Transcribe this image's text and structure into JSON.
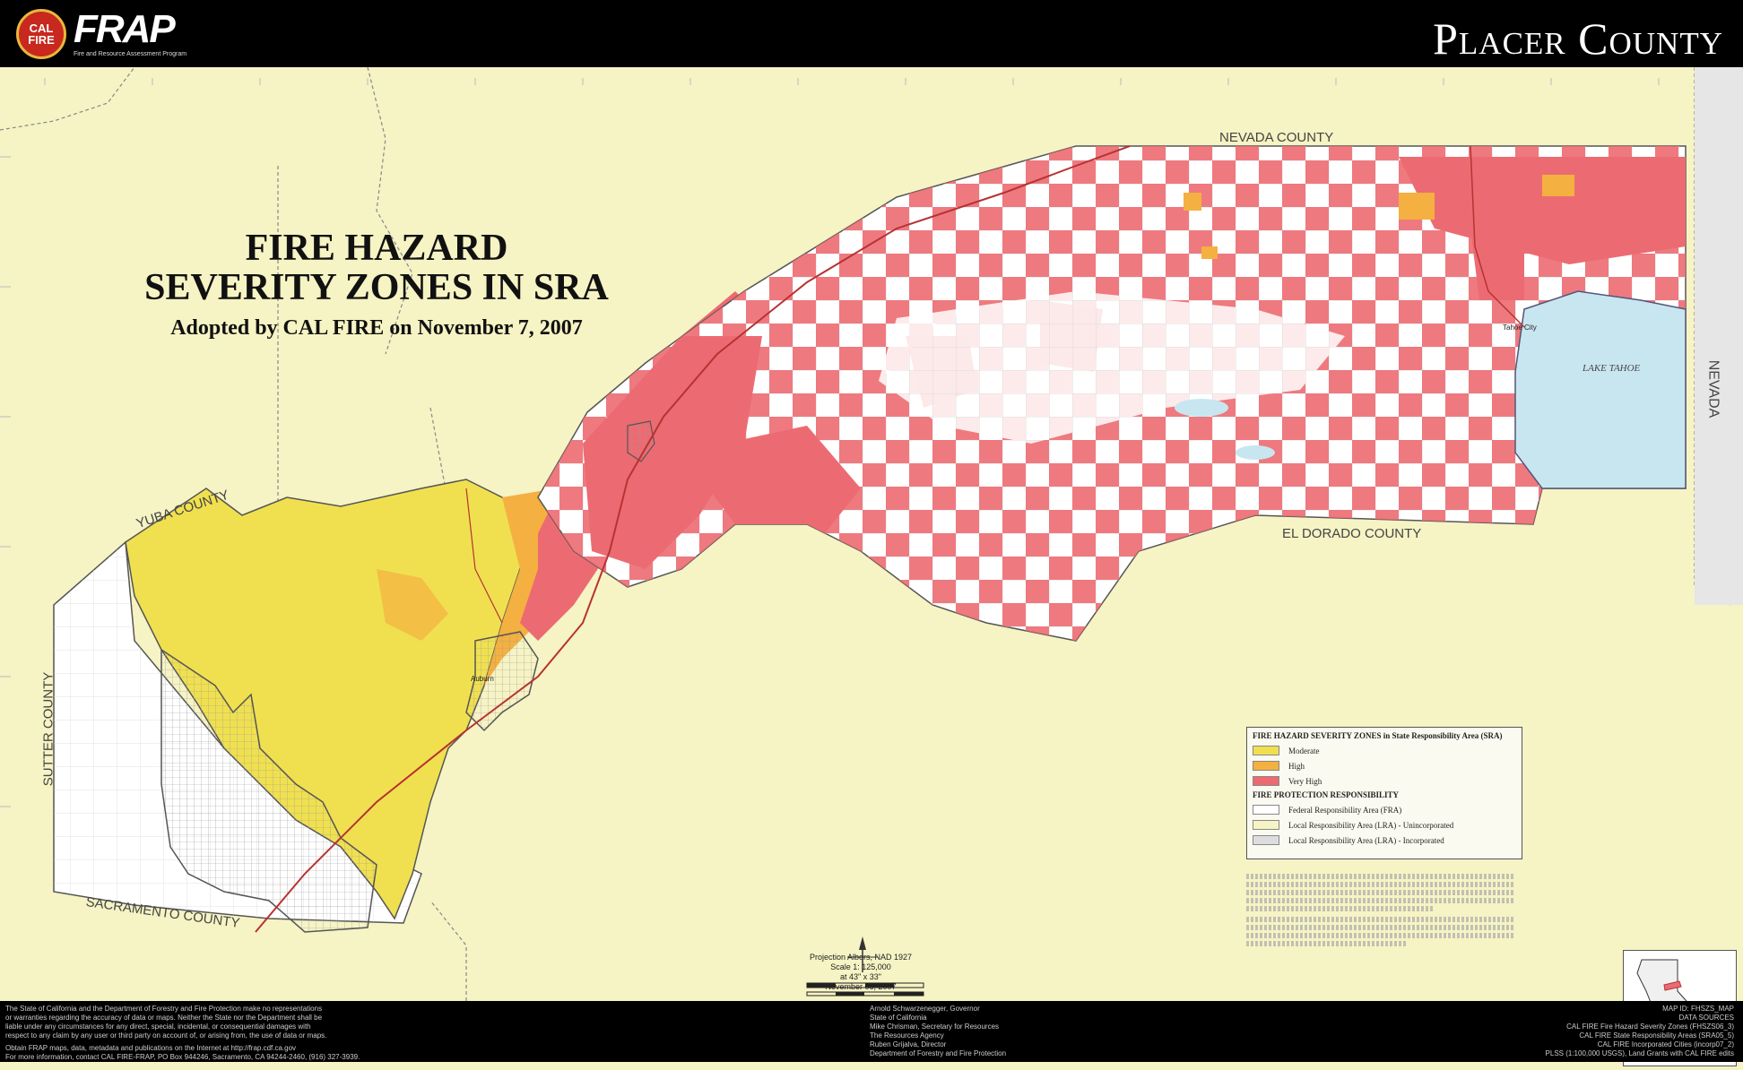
{
  "header": {
    "badge_text": "CAL FIRE",
    "logo_text": "FRAP",
    "logo_subtitle": "Fire and Resource Assessment Program",
    "county_title": "Placer County"
  },
  "title": {
    "line1": "FIRE HAZARD",
    "line2": "SEVERITY ZONES IN SRA",
    "subtitle": "Adopted by CAL FIRE on November 7, 2007"
  },
  "map_labels": {
    "nevada_county": "NEVADA COUNTY",
    "yuba_county": "YUBA COUNTY",
    "sutter_county": "SUTTER COUNTY",
    "sacramento_county": "SACRAMENTO COUNTY",
    "el_dorado_county": "EL DORADO COUNTY",
    "nevada_state": "NEVADA",
    "lake_tahoe": "LAKE TAHOE",
    "auburn": "Auburn",
    "tahoe_city": "Tahoe City"
  },
  "colors": {
    "moderate": "#f0e050",
    "high": "#f4b040",
    "very_high": "#ec6b72",
    "background": "#f6f3c4",
    "lake": "#c8e6f0"
  },
  "legend": {
    "heading": "FIRE HAZARD SEVERITY ZONES in State Responsibility Area (SRA)",
    "moderate": "Moderate",
    "high": "High",
    "very_high": "Very High",
    "responsibility_heading": "FIRE PROTECTION RESPONSIBILITY",
    "fra": "Federal Responsibility Area (FRA)",
    "lra_unincorporated": "Local Responsibility Area (LRA) - Unincorporated",
    "lra_incorporated": "Local Responsibility Area (LRA) - Incorporated"
  },
  "projection": {
    "line1": "Projection Albers, NAD 1927",
    "line2": "Scale 1: 125,000",
    "line3": "at 43\" x 33\"",
    "line4": "November 06, 2007"
  },
  "footer": {
    "left1": "The State of California and the Department of Forestry and Fire Protection make no representations",
    "left2": "or warranties regarding the accuracy of data or maps. Neither the State nor the Department shall be",
    "left3": "liable under any circumstances for any direct, special, incidental, or consequential damages with",
    "left4": "respect to any claim by any user or third party on account of, or arising from, the use of data or maps.",
    "left5": "Obtain FRAP maps, data, metadata and publications on the Internet at http://frap.cdf.ca.gov",
    "left6": "For more information, contact CAL FIRE-FRAP, PO Box 944246, Sacramento, CA 94244-2460, (916) 327-3939.",
    "mid1": "Arnold Schwarzenegger, Governor",
    "mid2": "State of California",
    "mid3": "Mike Chrisman, Secretary for Resources",
    "mid4": "The Resources Agency",
    "mid5": "Ruben Grijalva, Director",
    "mid6": "Department of Forestry and Fire Protection",
    "right0": "MAP ID: FHSZS_MAP",
    "right1": "DATA SOURCES",
    "right2": "CAL FIRE Fire Hazard Severity Zones (FHSZS06_3)",
    "right3": "CAL FIRE State Responsibility Areas (SRA05_5)",
    "right4": "CAL FIRE Incorporated Cities (incorp07_2)",
    "right5": "PLSS (1:100,000 USGS), Land Grants with CAL FIRE edits"
  }
}
